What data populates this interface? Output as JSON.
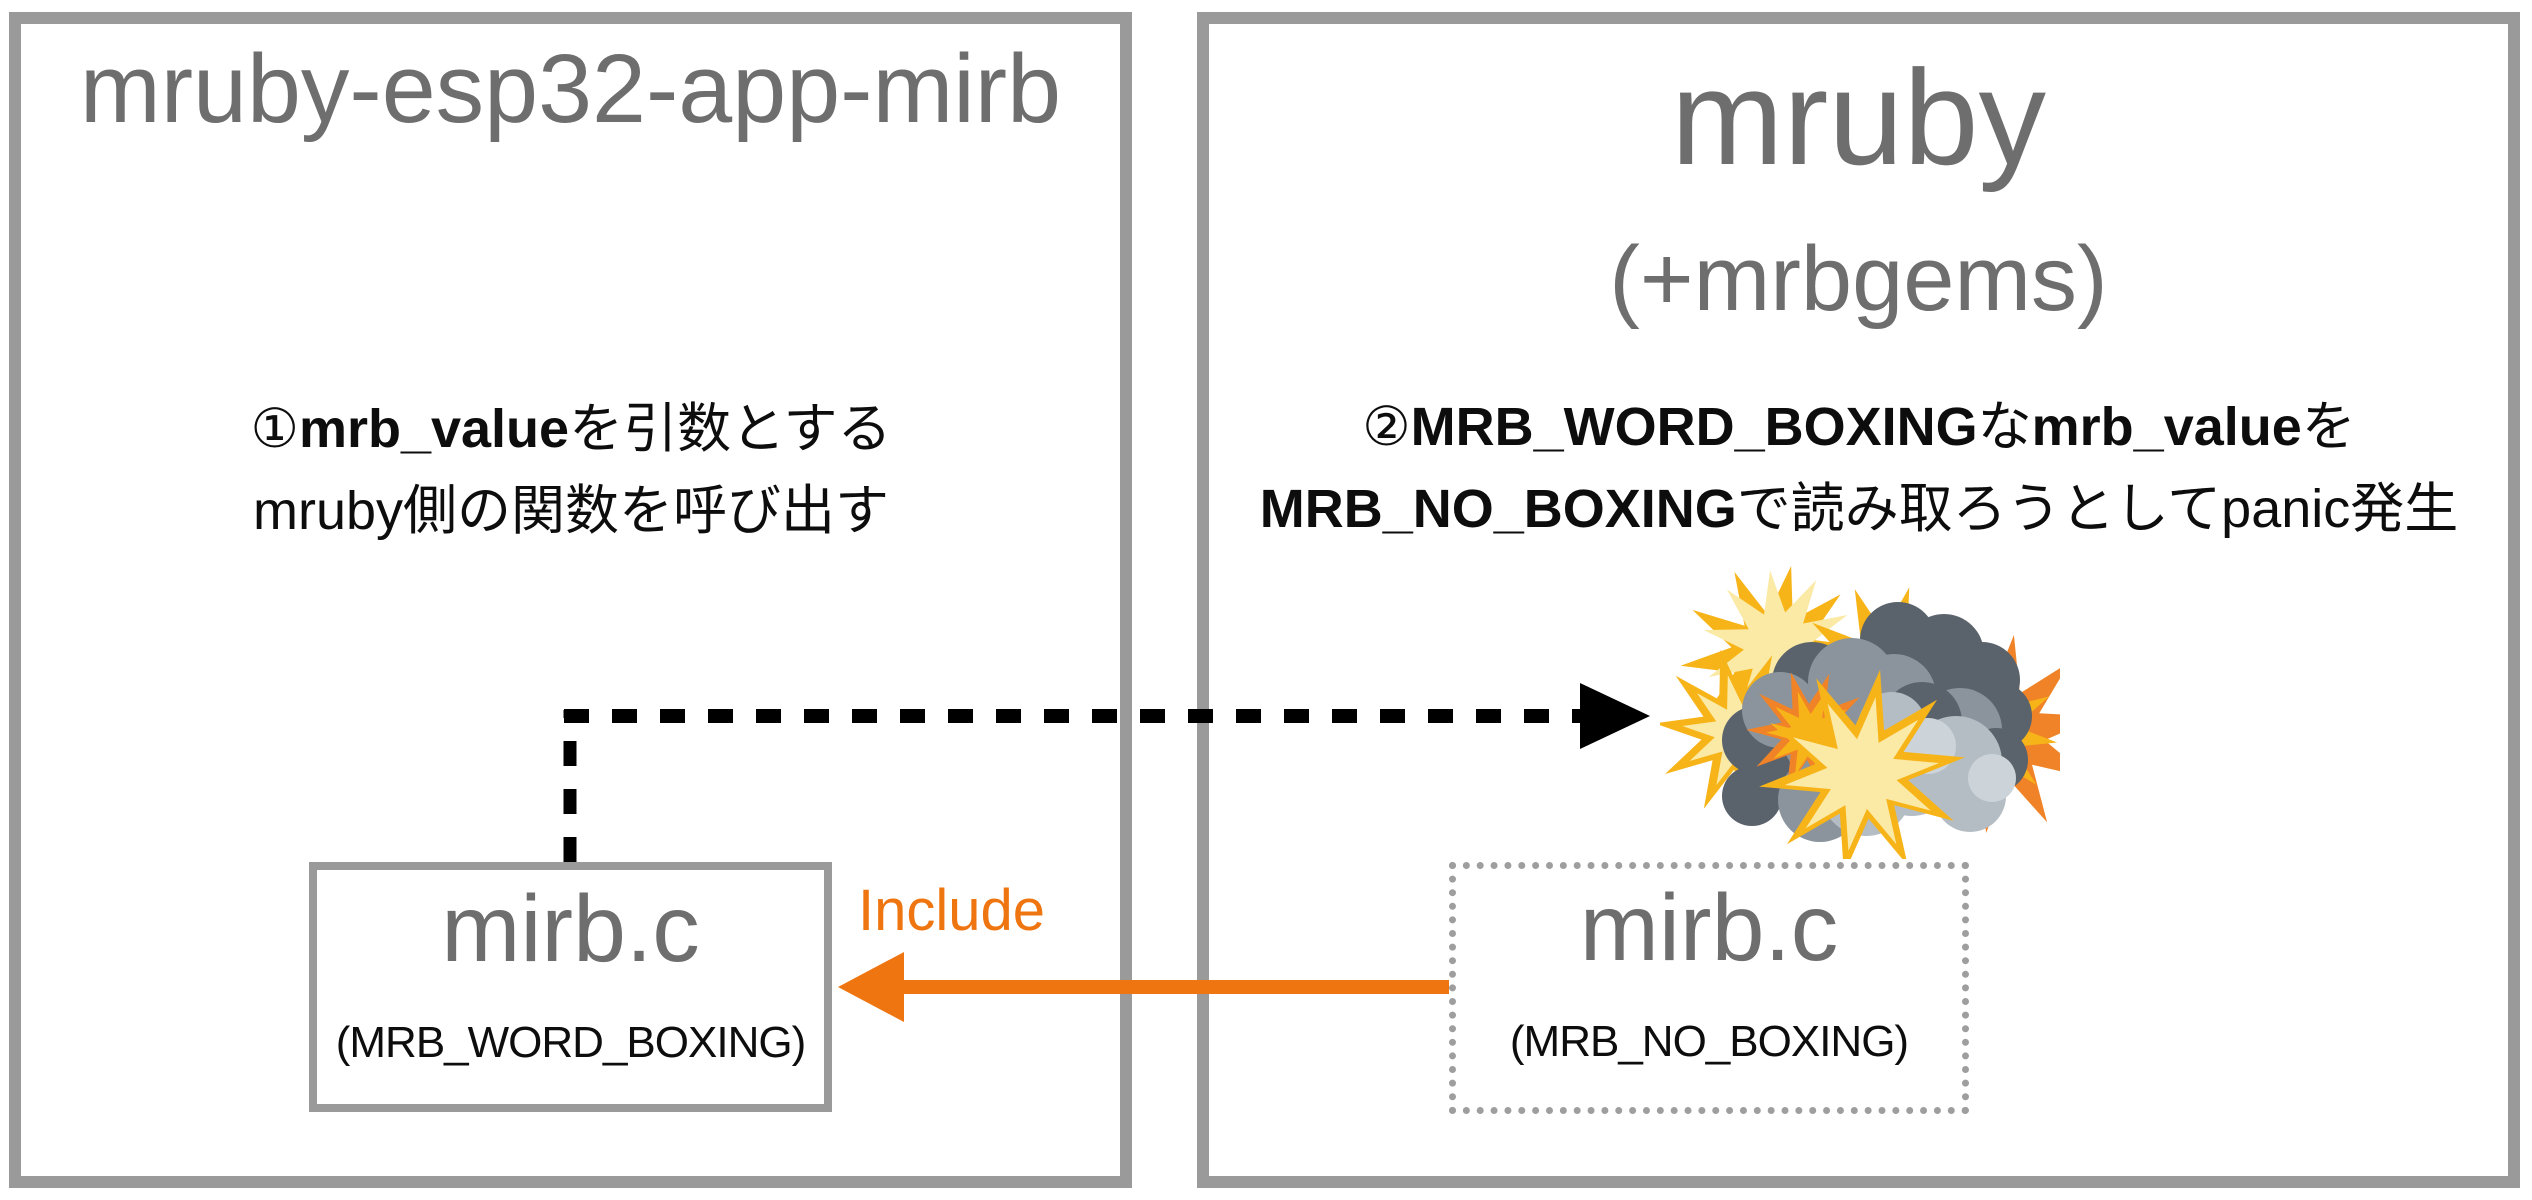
{
  "left_panel": {
    "title": "mruby-esp32-app-mirb",
    "note": {
      "line1": [
        {
          "text": "①",
          "bold": false
        },
        {
          "text": "mrb_value",
          "bold": true
        },
        {
          "text": "を引数とする",
          "bold": false
        }
      ],
      "line2": [
        {
          "text": "mruby側の関数を呼び出す",
          "bold": false
        }
      ]
    },
    "file_box": {
      "name": "mirb.c",
      "config": "(MRB_WORD_BOXING)"
    }
  },
  "right_panel": {
    "title": "mruby",
    "subtitle": "(+mrbgems)",
    "note": {
      "line1": [
        {
          "text": "②",
          "bold": false
        },
        {
          "text": "MRB_WORD_BOXING",
          "bold": true
        },
        {
          "text": "な",
          "bold": false
        },
        {
          "text": "mrb_value",
          "bold": true
        },
        {
          "text": "を",
          "bold": false
        }
      ],
      "line2": [
        {
          "text": "MRB_NO_BOXING",
          "bold": true
        },
        {
          "text": "で読み取ろうとしてpanic発生",
          "bold": false
        }
      ]
    },
    "file_box": {
      "name": "mirb.c",
      "config": "(MRB_NO_BOXING)"
    }
  },
  "arrows": {
    "include_label": "Include",
    "include_color": "#ee7510",
    "call_arrow_color": "#000000"
  },
  "colors": {
    "panel_border": "#9a9a9a",
    "file_box_border": "#9a9a9a",
    "dotted_box_border": "#9e9e9e",
    "title_text": "#6e6e6e",
    "body_text": "#0d0d0d",
    "explosion_dark_gray": "#5a626b",
    "explosion_mid_gray": "#8b949c",
    "explosion_light_gray": "#b4bdc4",
    "explosion_gold": "#f7b418",
    "explosion_pale_yellow": "#fbe9a6",
    "explosion_orange": "#f08327"
  }
}
